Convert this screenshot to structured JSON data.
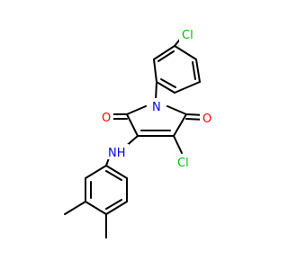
{
  "molecule": {
    "atoms": {
      "cl_top": {
        "text": "Cl",
        "color": "#00c000"
      },
      "n_ring": {
        "text": "N",
        "color": "#0000ff"
      },
      "o_left": {
        "text": "O",
        "color": "#ff0000"
      },
      "o_right": {
        "text": "O",
        "color": "#ff0000"
      },
      "nh": {
        "text": "NH",
        "color": "#0000ff"
      },
      "cl_ring": {
        "text": "Cl",
        "color": "#00c000"
      }
    }
  }
}
